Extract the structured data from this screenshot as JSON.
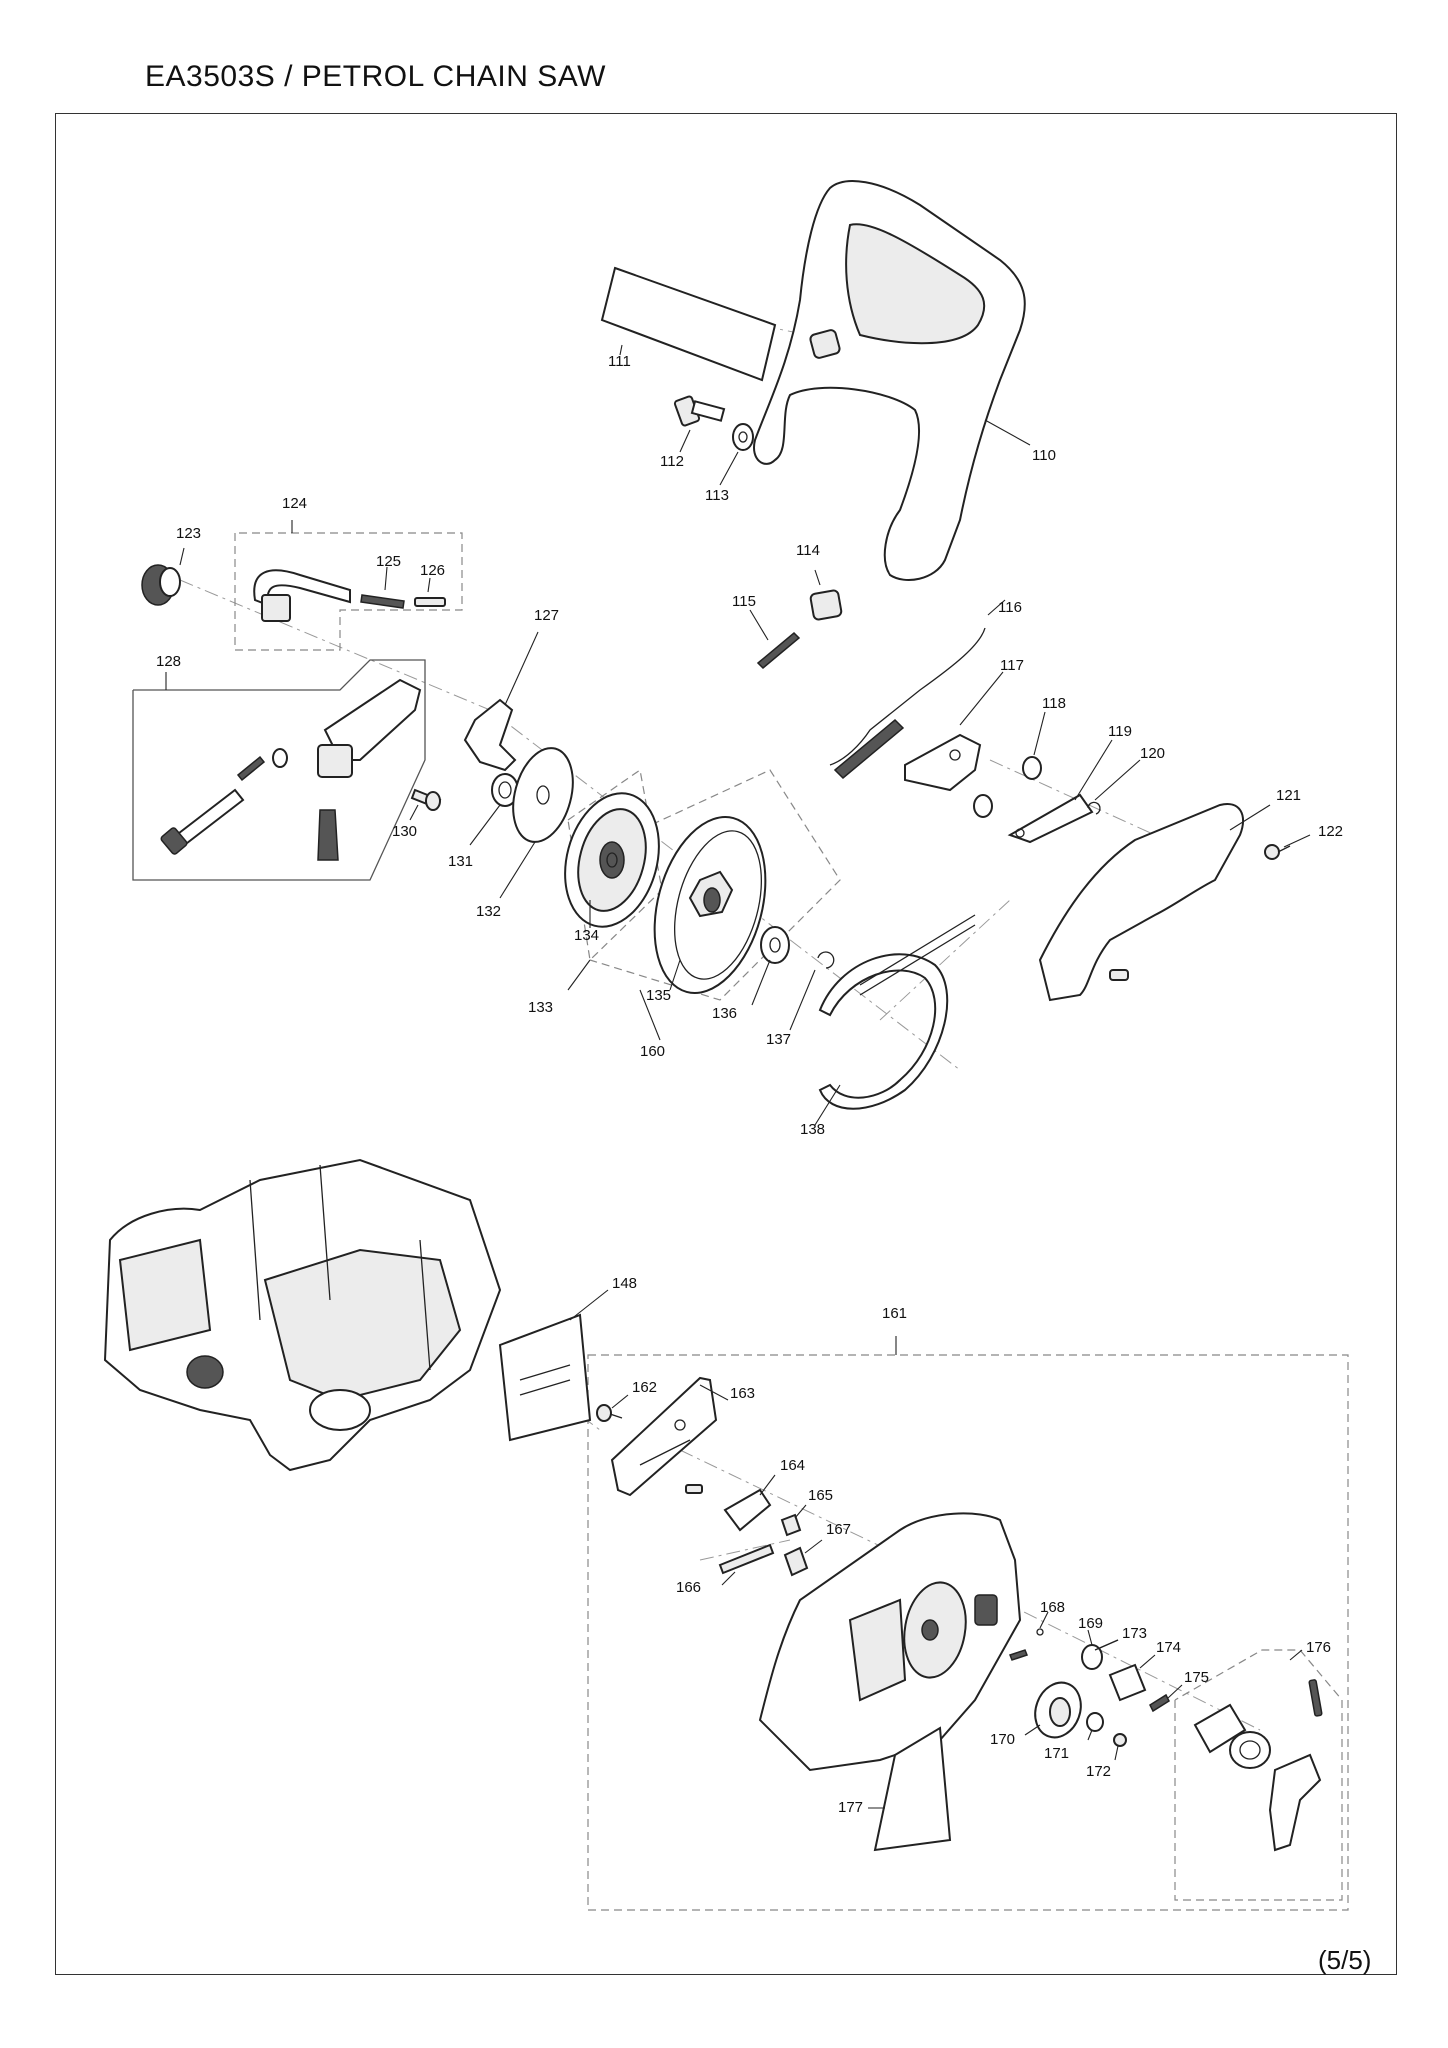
{
  "header": {
    "title": "EA3503S / PETROL CHAIN SAW"
  },
  "footer": {
    "page": "(5/5)"
  },
  "parts": {
    "p110": "110",
    "p111": "111",
    "p112": "112",
    "p113": "113",
    "p114": "114",
    "p115": "115",
    "p116": "116",
    "p117": "117",
    "p118": "118",
    "p119": "119",
    "p120": "120",
    "p121": "121",
    "p122": "122",
    "p123": "123",
    "p124": "124",
    "p125": "125",
    "p126": "126",
    "p127": "127",
    "p128": "128",
    "p130": "130",
    "p131": "131",
    "p132": "132",
    "p133": "133",
    "p134": "134",
    "p135": "135",
    "p136": "136",
    "p137": "137",
    "p138": "138",
    "p148": "148",
    "p160": "160",
    "p161": "161",
    "p162": "162",
    "p163": "163",
    "p164": "164",
    "p165": "165",
    "p166": "166",
    "p167": "167",
    "p168": "168",
    "p169": "169",
    "p170": "170",
    "p171": "171",
    "p172": "172",
    "p173": "173",
    "p174": "174",
    "p175": "175",
    "p176": "176",
    "p177": "177"
  }
}
